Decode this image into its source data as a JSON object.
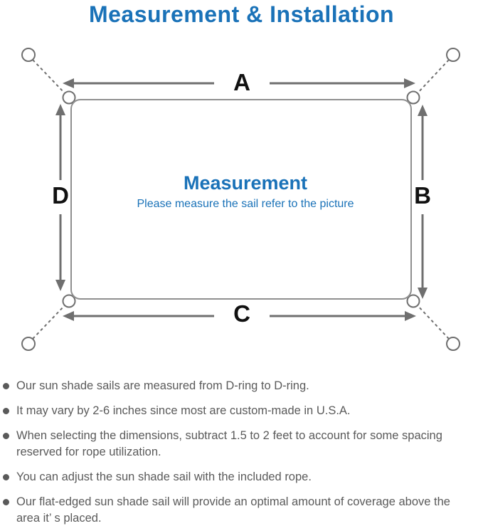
{
  "title": "Measurement & Installation",
  "diagram": {
    "labels": {
      "top": "A",
      "right": "B",
      "bottom": "C",
      "left": "D"
    },
    "center_heading": "Measurement",
    "center_subtext": "Please measure the sail refer to the picture"
  },
  "colors": {
    "accent_blue": "#1a72b8",
    "diagram_gray": "#6f6f6f",
    "outline_gray": "#8f8f8f",
    "text_gray": "#5a5a5a",
    "label_black": "#111111"
  },
  "bullets": [
    "Our sun shade sails are measured from D-ring to D-ring.",
    "It may vary by 2-6 inches since most are custom-made in U.S.A.",
    "When selecting the dimensions, subtract 1.5 to 2 feet to account for some spacing reserved for rope utilization.",
    "You can adjust the sun shade sail with the included rope.",
    "Our flat-edged sun shade sail will provide an optimal amount of coverage above the area it’ s placed."
  ]
}
